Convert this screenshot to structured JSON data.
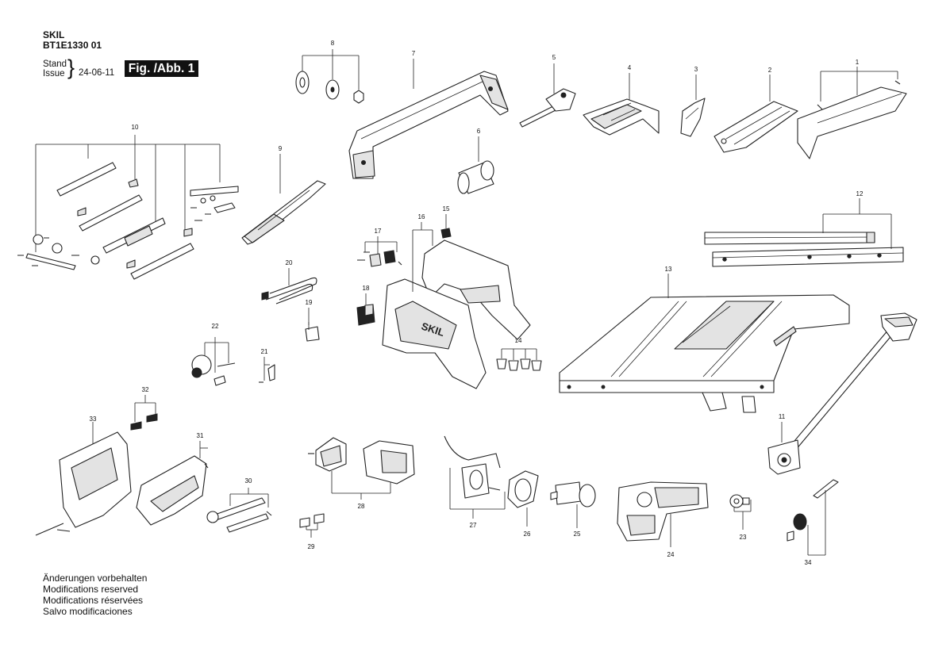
{
  "header": {
    "brand": "SKIL",
    "model": "BT1E1330 01",
    "stand_label": "Stand",
    "issue_label": "Issue",
    "date": "24-06-11",
    "figure": "Fig. /Abb. 1"
  },
  "footer": [
    "Änderungen vorbehalten",
    "Modifications reserved",
    "Modifications réservées",
    "Salvo modificaciones"
  ],
  "parts": {
    "p1": "1",
    "p2": "2",
    "p3": "3",
    "p4": "4",
    "p5": "5",
    "p6": "6",
    "p7": "7",
    "p8": "8",
    "p9": "9",
    "p10": "10",
    "p11": "11",
    "p12": "12",
    "p13": "13",
    "p14": "14",
    "p15": "15",
    "p16": "16",
    "p17": "17",
    "p18": "18",
    "p19": "19",
    "p20": "20",
    "p21": "21",
    "p22": "22",
    "p23": "23",
    "p24": "24",
    "p25": "25",
    "p26": "26",
    "p27": "27",
    "p28": "28",
    "p29": "29",
    "p30": "30",
    "p31": "31",
    "p32": "32",
    "p33": "33",
    "p34": "34"
  },
  "logo_text": "SKIL"
}
